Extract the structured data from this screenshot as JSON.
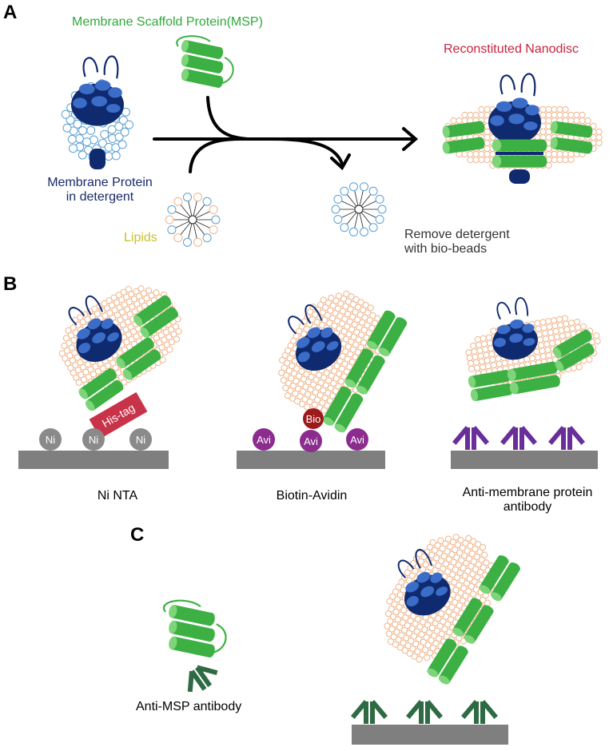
{
  "panels": {
    "a": "A",
    "b": "B",
    "c": "C"
  },
  "panel_a": {
    "msp_label": "Membrane Scaffold Protein(MSP)",
    "membrane_protein_line1": "Membrane Protein",
    "membrane_protein_line2": "in detergent",
    "lipids_label": "Lipids",
    "nanodisc_label": "Reconstituted Nanodisc",
    "remove_line1": "Remove detergent",
    "remove_line2": "with bio-beads"
  },
  "panel_b": {
    "ni_nta_label": "Ni NTA",
    "ni_bead": "Ni",
    "his_tag": "His-tag",
    "biotin_avidin_label": "Biotin-Avidin",
    "avi_bead": "Avi",
    "bio_bead": "Bio",
    "antibody_line1": "Anti-membrane protein",
    "antibody_line2": "antibody"
  },
  "panel_c": {
    "anti_msp_label": "Anti-MSP antibody"
  },
  "colors": {
    "msp_green": "#3cb043",
    "protein_navy": "#0f2a6e",
    "protein_blue": "#3a6cc8",
    "lipid_orange": "#f0b48a",
    "his_tag_red": "#c8334a",
    "avidin_purple": "#8b2c8e",
    "biotin_red": "#9c1a1a",
    "antibody_purple": "#6a2e9a",
    "antibody_green": "#2e6b44",
    "surface_gray": "#7f7f7f",
    "msp_text_green": "#2eaa3a",
    "nanodisc_text_red": "#c8233f",
    "navy_text": "#1a2a6c",
    "lipids_text_yellow": "#c9c22a",
    "gray_text": "#333333"
  }
}
